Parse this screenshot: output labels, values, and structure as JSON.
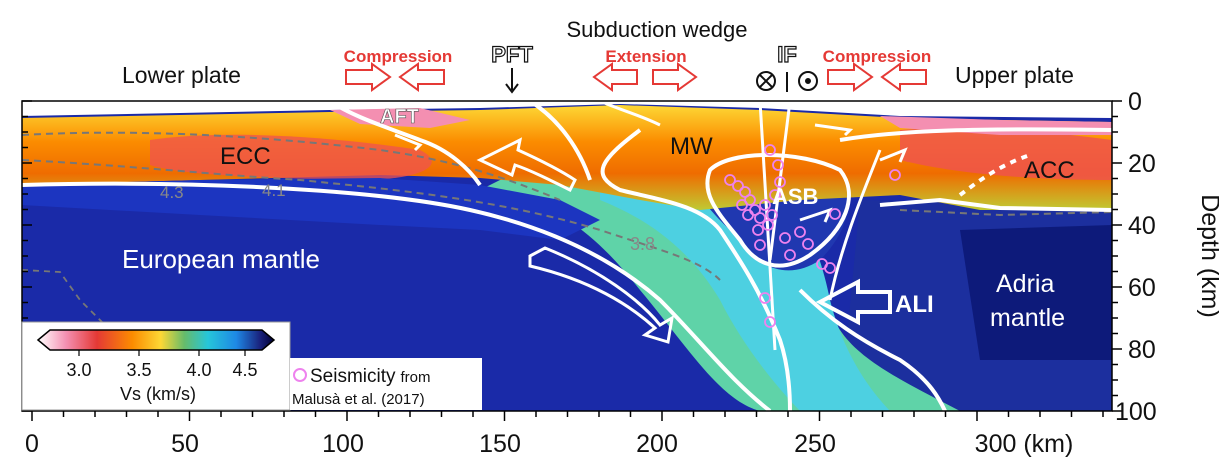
{
  "header": {
    "wedge_title": "Subduction wedge",
    "lower_plate": "Lower plate",
    "upper_plate": "Upper plate",
    "compression_left": "Compression",
    "extension": "Extension",
    "compression_right": "Compression",
    "pft": "PFT",
    "if_label": "IF"
  },
  "section_labels": {
    "aft": "AFT",
    "ecc": "ECC",
    "mw": "MW",
    "asb": "ASB",
    "acc": "ACC",
    "european_mantle": "European mantle",
    "adria_mantle_1": "Adria",
    "adria_mantle_2": "mantle",
    "ali": "ALI",
    "contour_3_8": "3.8",
    "contour_4_1": "4.1",
    "contour_4_3": "4.3"
  },
  "axes": {
    "x_ticks": [
      "0",
      "50",
      "100",
      "150",
      "200",
      "250",
      "300 (km)"
    ],
    "y_ticks": [
      "0",
      "20",
      "40",
      "60",
      "80",
      "100"
    ],
    "y_label": "Depth (km)"
  },
  "colorbar": {
    "ticks": [
      "3.0",
      "3.5",
      "4.0",
      "4.5"
    ],
    "label": "Vs (km/s)",
    "stops": [
      "#ffffff",
      "#e53935",
      "#fb8c00",
      "#fdd835",
      "#66bb6a",
      "#26c6da",
      "#1e88e5",
      "#1a237e",
      "#000033"
    ]
  },
  "legend": {
    "seismicity_label": "Seismicity",
    "from": "from",
    "citation": "Malusà et al. (2017)"
  },
  "colors": {
    "seismicity": "#ee82ee",
    "annotation_red": "#e53935",
    "mantle_blue": "#1a2aa8"
  }
}
